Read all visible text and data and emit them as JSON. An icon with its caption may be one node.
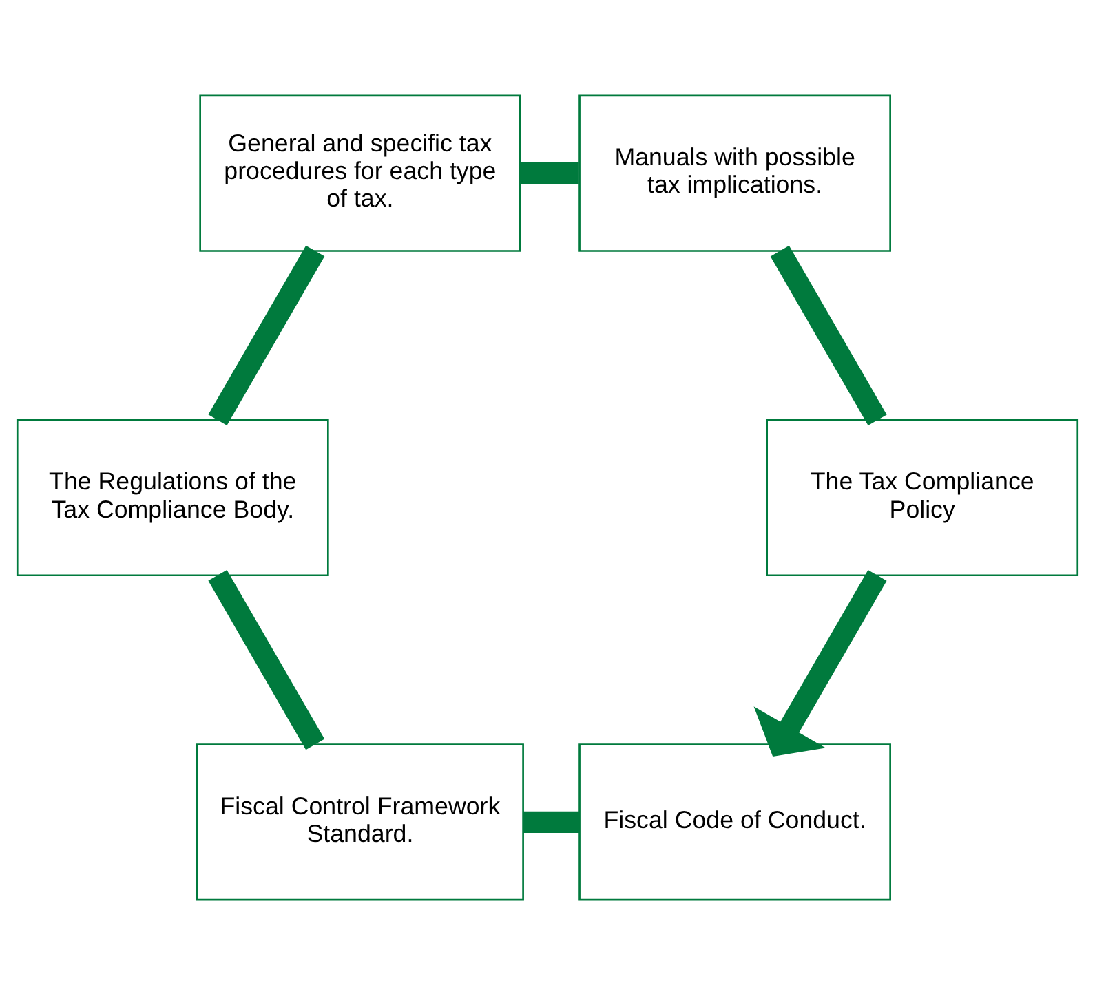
{
  "diagram": {
    "nodes": [
      {
        "text": [
          "Fiscal Code of Conduct."
        ]
      },
      {
        "text": [
          "The Tax Compliance Policy"
        ]
      },
      {
        "text": [
          "Fiscal Control Framework Standard."
        ]
      },
      {
        "text": [
          "Manuals with possible tax implications."
        ]
      },
      {
        "text": [
          "The Regulations of the Tax Compliance Body."
        ]
      },
      {
        "text": [
          "General and specific tax procedures for each type of tax."
        ]
      }
    ],
    "edges": [
      {
        "from": 0,
        "to": 2,
        "arrow": "none"
      },
      {
        "from": 2,
        "to": 4,
        "arrow": "none"
      },
      {
        "from": 4,
        "to": 5,
        "arrow": "none"
      },
      {
        "from": 5,
        "to": 3,
        "arrow": "none"
      },
      {
        "from": 3,
        "to": 1,
        "arrow": "none"
      },
      {
        "from": 1,
        "to": 0,
        "arrow": "to"
      }
    ]
  }
}
